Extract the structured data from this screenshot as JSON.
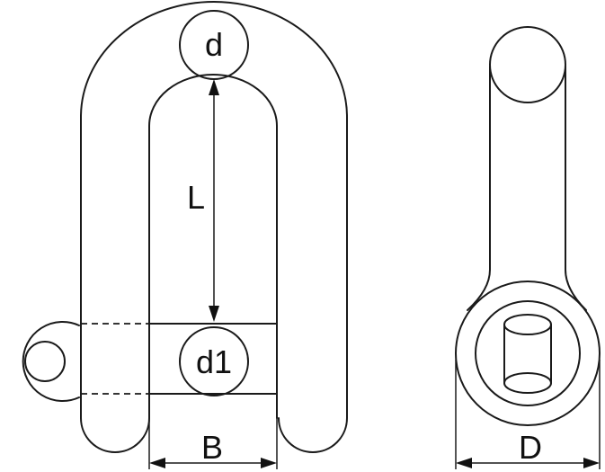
{
  "labels": {
    "pin_diameter": "d",
    "bolt_diameter": "d1",
    "inside_length": "L",
    "inside_width": "B",
    "outer_diameter": "D"
  },
  "colors": {
    "stroke": "#1a1a1a",
    "text": "#111111",
    "background": "#ffffff"
  }
}
